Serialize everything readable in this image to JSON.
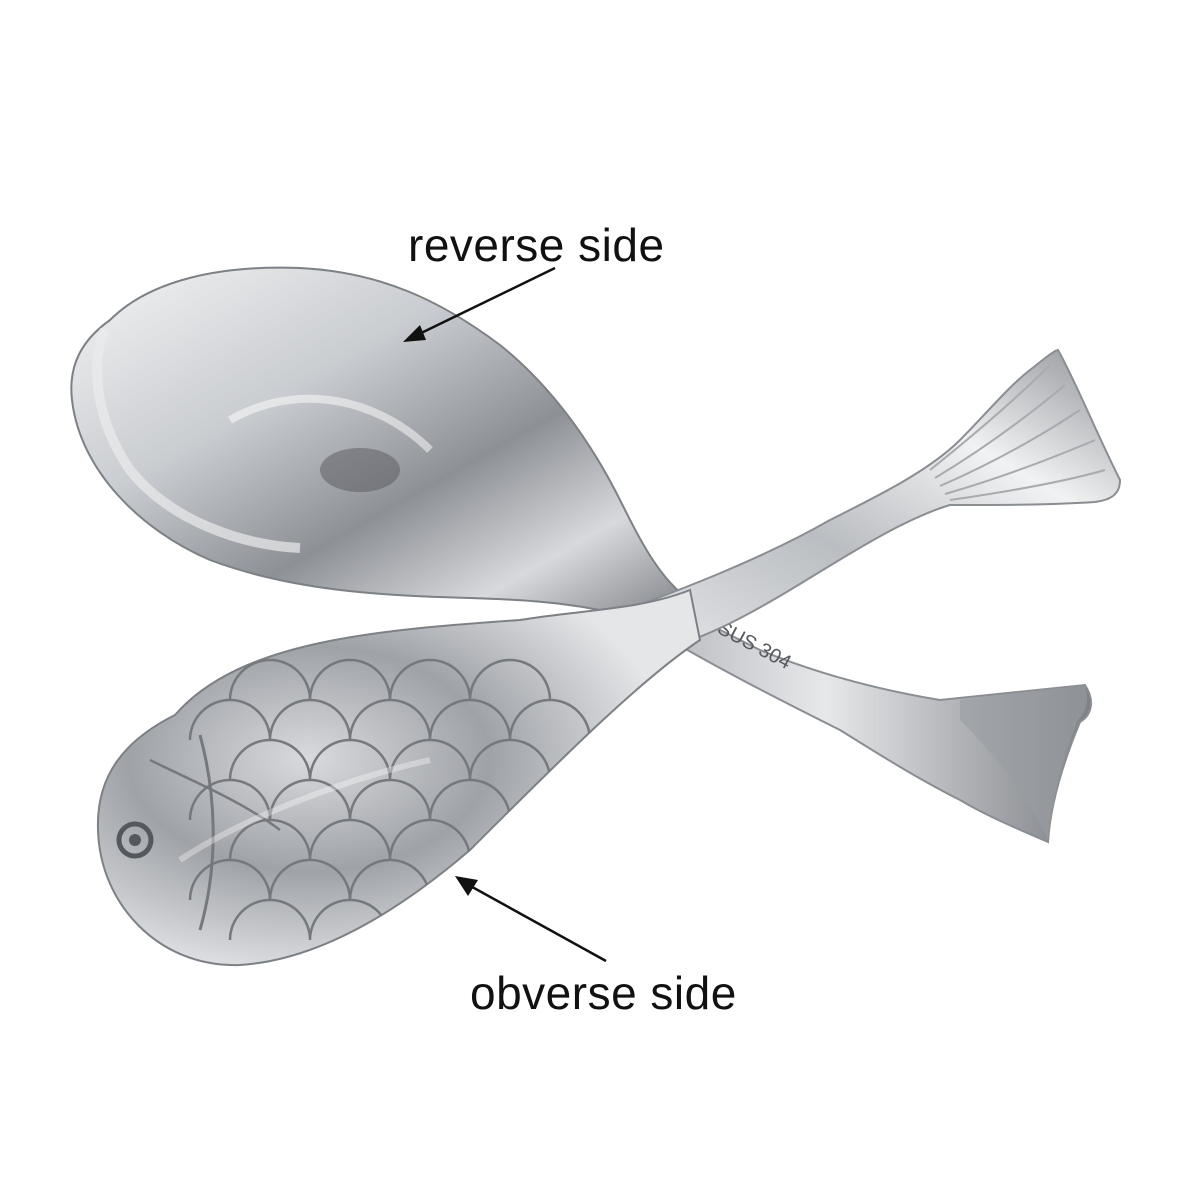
{
  "labels": {
    "reverse": "reverse side",
    "obverse": "obverse side"
  },
  "engraving": "SUS 304",
  "colors": {
    "background": "#ffffff",
    "steel_light": "#eef0f2",
    "steel_mid": "#b9bcc0",
    "steel_dark": "#6e7176",
    "text": "#111111"
  }
}
